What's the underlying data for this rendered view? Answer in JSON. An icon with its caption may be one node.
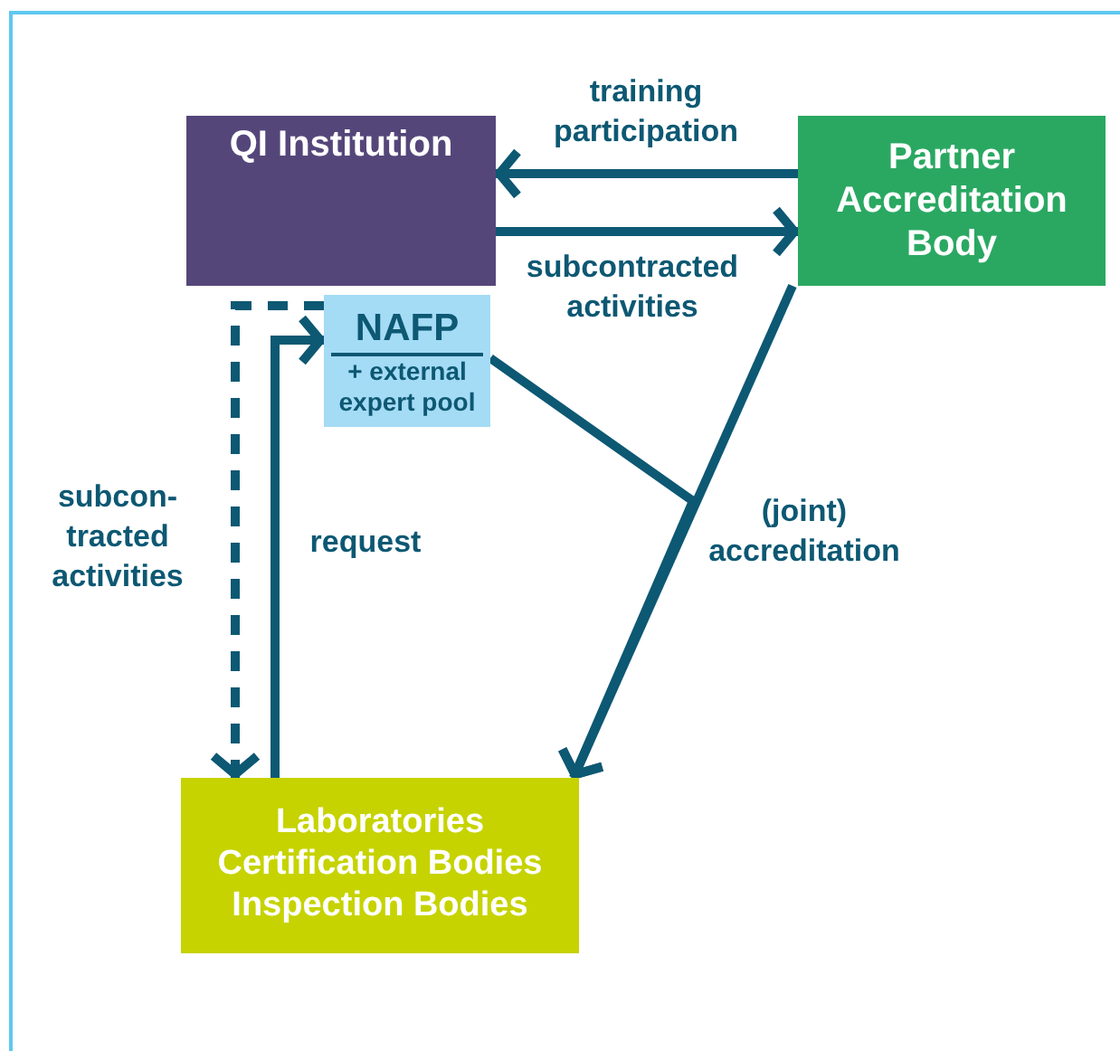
{
  "diagram": {
    "nodes": [
      {
        "text": [
          "QI Institution"
        ]
      },
      {
        "text": [
          "Partner Accreditation Body"
        ]
      },
      {
        "text": [
          "NAFP",
          "+ external expert pool"
        ]
      },
      {
        "text": [
          "Laboratories",
          "Certification Bodies",
          "Inspection Bodies"
        ]
      }
    ],
    "edges": [
      {
        "from": 1,
        "to": 0,
        "arrow": "to",
        "label": "training participation"
      },
      {
        "from": 0,
        "to": 1,
        "arrow": "to",
        "label": "subcontracted activities"
      },
      {
        "from": 2,
        "to": 3,
        "arrow": "to",
        "style": "dashed",
        "label": "subcon-tracted activities"
      },
      {
        "from": 3,
        "to": 2,
        "arrow": "to",
        "label": "request"
      },
      {
        "from": 1,
        "to": 3,
        "arrow": "to",
        "label": "(joint) accreditation"
      },
      {
        "from": 2,
        "to": 3,
        "arrow": "to"
      }
    ]
  }
}
